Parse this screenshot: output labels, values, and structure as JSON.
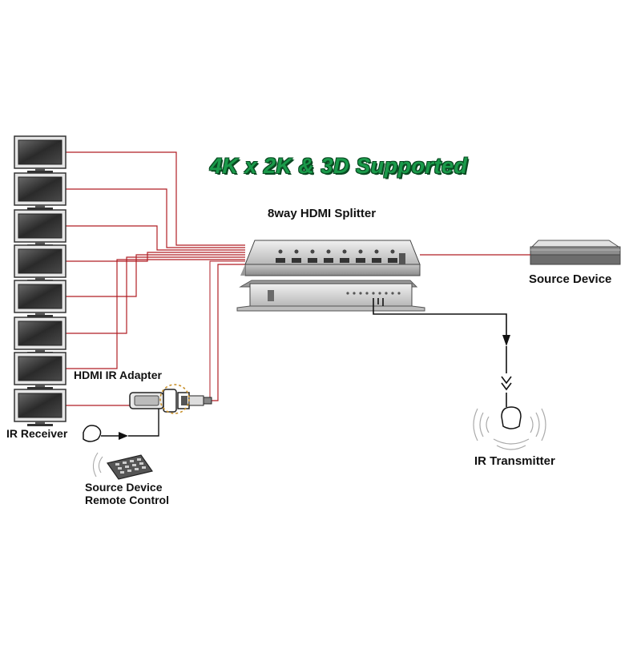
{
  "headline": "4K x 2K & 3D Supported",
  "labels": {
    "splitter": "8way HDMI Splitter",
    "source_device": "Source Device",
    "hdmi_ir_adapter": "HDMI IR Adapter",
    "ir_receiver": "IR Receiver",
    "remote_line1": "Source Device",
    "remote_line2": "Remote Control",
    "ir_transmitter": "IR Transmitter"
  },
  "colors": {
    "headline": "#1a9a4a",
    "hdmi_cable": "#b01e24",
    "ir_cable": "#111111",
    "device_body": "#d8d8d8"
  },
  "display_count": 8,
  "splitter_ports": 8
}
